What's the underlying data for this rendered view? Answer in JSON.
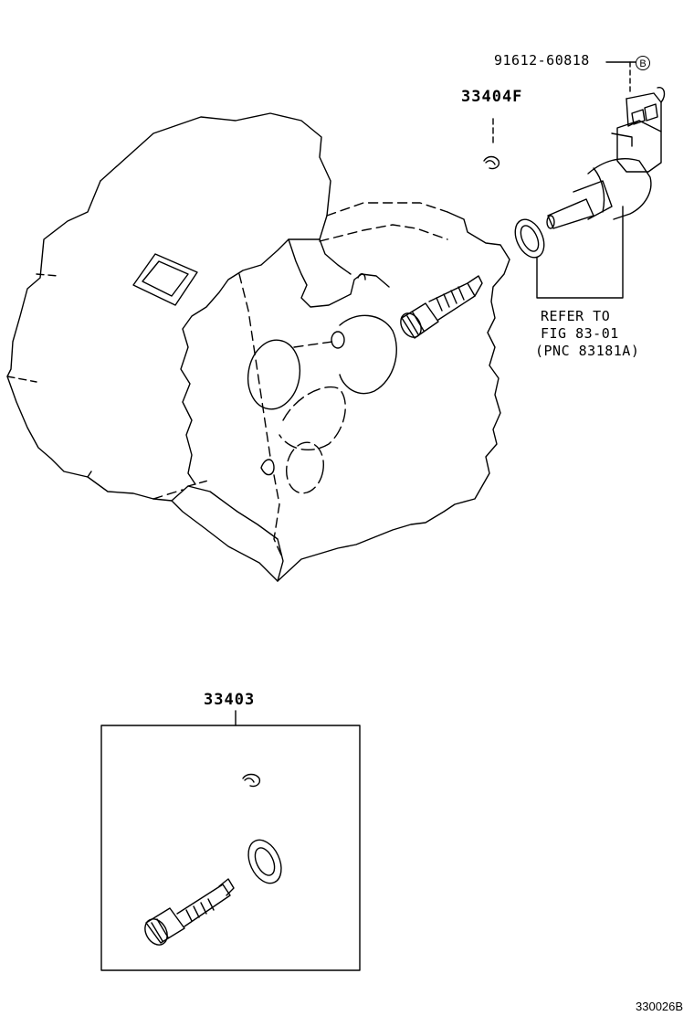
{
  "labels": {
    "part_sensor_bolt": "91612-60818",
    "callout_marker": "B",
    "part_clip": "33404F",
    "refer_line1": "REFER TO",
    "refer_line2": "FIG 83-01",
    "refer_line3": "(PNC 83181A)",
    "part_kit": "33403",
    "figure_code": "330026B"
  }
}
